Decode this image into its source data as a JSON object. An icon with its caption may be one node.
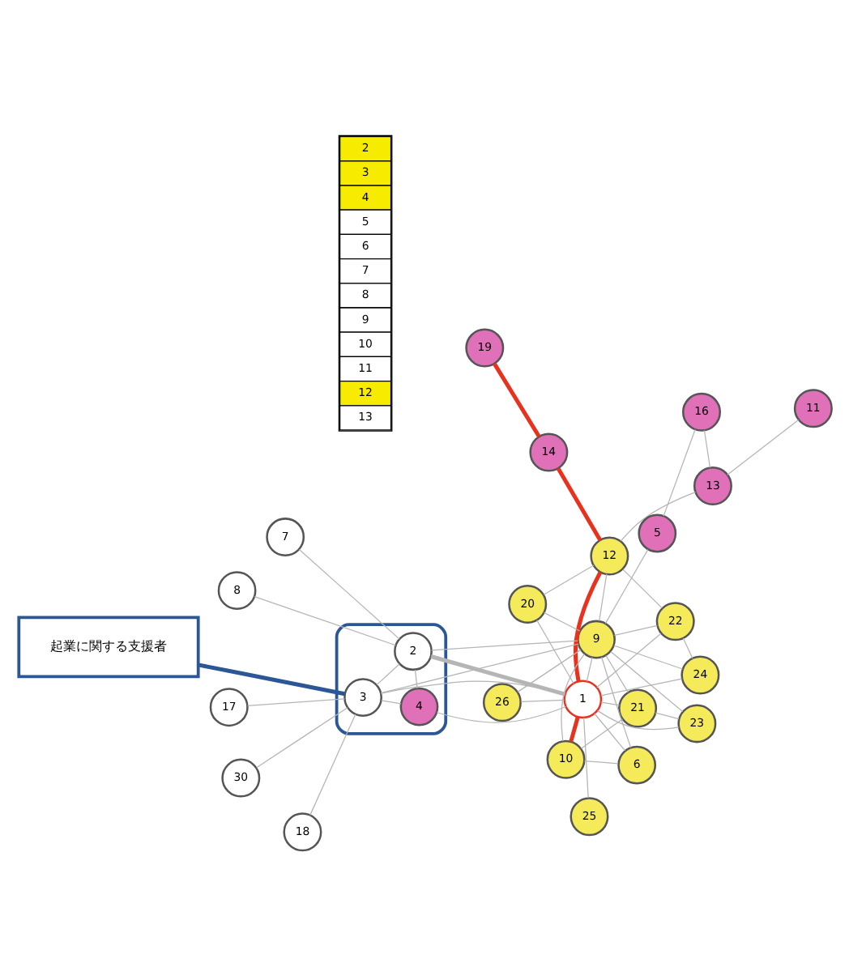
{
  "diagram": {
    "nodes": [
      {
        "text": [
          "11"
        ]
      },
      {
        "text": [
          "19"
        ]
      },
      {
        "text": [
          "13"
        ]
      },
      {
        "text": [
          "16"
        ]
      },
      {
        "text": [
          "14"
        ]
      },
      {
        "text": [
          "5"
        ]
      },
      {
        "text": [
          "12"
        ]
      },
      {
        "text": [
          "10"
        ]
      },
      {
        "text": [
          "9"
        ]
      },
      {
        "text": [
          "26"
        ]
      },
      {
        "text": [
          "24"
        ]
      },
      {
        "text": [
          "21"
        ]
      },
      {
        "text": [
          "6"
        ]
      },
      {
        "text": [
          "23"
        ]
      },
      {
        "text": [
          "22"
        ]
      },
      {
        "text": [
          "1"
        ]
      },
      {
        "text": [
          "25"
        ]
      },
      {
        "text": [
          "20"
        ]
      },
      {
        "text": [],
        "shape": "ellipse"
      },
      {
        "text": [
          "3"
        ],
        "in": 18
      },
      {
        "text": [
          "4"
        ],
        "in": 18
      },
      {
        "text": [
          "2"
        ],
        "in": 18
      },
      {
        "text": [
          "17"
        ]
      },
      {
        "text": [
          "18"
        ]
      },
      {
        "text": [
          "30"
        ]
      },
      {
        "text": [
          "7"
        ]
      },
      {
        "text": [
          "8"
        ]
      },
      {
        "text": [
          "起業に関する支援者"
        ]
      }
    ],
    "edges": [
      {
        "from": 0,
        "to": 2,
        "arrow": "none"
      },
      {
        "from": 2,
        "to": 3,
        "arrow": "none"
      },
      {
        "from": 3,
        "to": 5,
        "arrow": "none"
      },
      {
        "from": 2,
        "to": 6,
        "arrow": "none"
      },
      {
        "from": 5,
        "to": 8,
        "arrow": "none"
      },
      {
        "from": 1,
        "to": 4,
        "arrow": "none",
        "style": "thick",
        "color": "#e8321e"
      },
      {
        "from": 4,
        "to": 6,
        "arrow": "none",
        "style": "thick",
        "color": "#e8321e"
      },
      {
        "from": 6,
        "to": 15,
        "arrow": "none",
        "style": "thick",
        "color": "#e8321e"
      },
      {
        "from": 7,
        "to": 15,
        "arrow": "none",
        "style": "thick",
        "color": "#e8321e"
      },
      {
        "from": 8,
        "to": 6,
        "arrow": "none"
      },
      {
        "from": 8,
        "to": 7,
        "arrow": "none"
      },
      {
        "from": 8,
        "to": 9,
        "arrow": "none"
      },
      {
        "from": 8,
        "to": 11,
        "arrow": "none"
      },
      {
        "from": 8,
        "to": 14,
        "arrow": "none"
      },
      {
        "from": 8,
        "to": 17,
        "arrow": "none"
      },
      {
        "from": 8,
        "to": 12,
        "arrow": "none"
      },
      {
        "from": 8,
        "to": 10,
        "arrow": "none"
      },
      {
        "from": 8,
        "to": 13,
        "arrow": "none"
      },
      {
        "from": 8,
        "to": 15,
        "arrow": "none"
      },
      {
        "from": 8,
        "to": 21,
        "arrow": "none"
      },
      {
        "from": 8,
        "to": 19,
        "arrow": "none"
      },
      {
        "from": 6,
        "to": 14,
        "arrow": "none"
      },
      {
        "from": 7,
        "to": 12,
        "arrow": "none"
      },
      {
        "from": 7,
        "to": 11,
        "arrow": "none"
      },
      {
        "from": 10,
        "to": 14,
        "arrow": "none"
      },
      {
        "from": 10,
        "to": 15,
        "arrow": "none"
      },
      {
        "from": 11,
        "to": 15,
        "arrow": "none"
      },
      {
        "from": 11,
        "to": 13,
        "arrow": "none"
      },
      {
        "from": 14,
        "to": 15,
        "arrow": "none"
      },
      {
        "from": 12,
        "to": 15,
        "arrow": "none"
      },
      {
        "from": 13,
        "to": 15,
        "arrow": "none"
      },
      {
        "from": 17,
        "to": 15,
        "arrow": "none"
      },
      {
        "from": 17,
        "to": 6,
        "arrow": "none"
      },
      {
        "from": 16,
        "to": 15,
        "arrow": "none"
      },
      {
        "from": 9,
        "to": 15,
        "arrow": "none"
      },
      {
        "from": 15,
        "to": 19,
        "arrow": "none"
      },
      {
        "from": 15,
        "to": 21,
        "arrow": "none",
        "style": "thick"
      },
      {
        "from": 15,
        "to": 20,
        "arrow": "none"
      },
      {
        "from": 19,
        "to": 20,
        "arrow": "none"
      },
      {
        "from": 19,
        "to": 21,
        "arrow": "none"
      },
      {
        "from": 20,
        "to": 21,
        "arrow": "none"
      },
      {
        "from": 19,
        "to": 22,
        "arrow": "none"
      },
      {
        "from": 19,
        "to": 23,
        "arrow": "none"
      },
      {
        "from": 19,
        "to": 24,
        "arrow": "none"
      },
      {
        "from": 21,
        "to": 25,
        "arrow": "none"
      },
      {
        "from": 21,
        "to": 26,
        "arrow": "none"
      },
      {
        "from": 27,
        "to": 18,
        "arrow": "none",
        "style": "thick",
        "color": "#2b5797"
      }
    ],
    "labels": [
      "2",
      "3",
      "4",
      "5",
      "6",
      "7",
      "8",
      "9",
      "10",
      "11",
      "12",
      "13"
    ]
  }
}
